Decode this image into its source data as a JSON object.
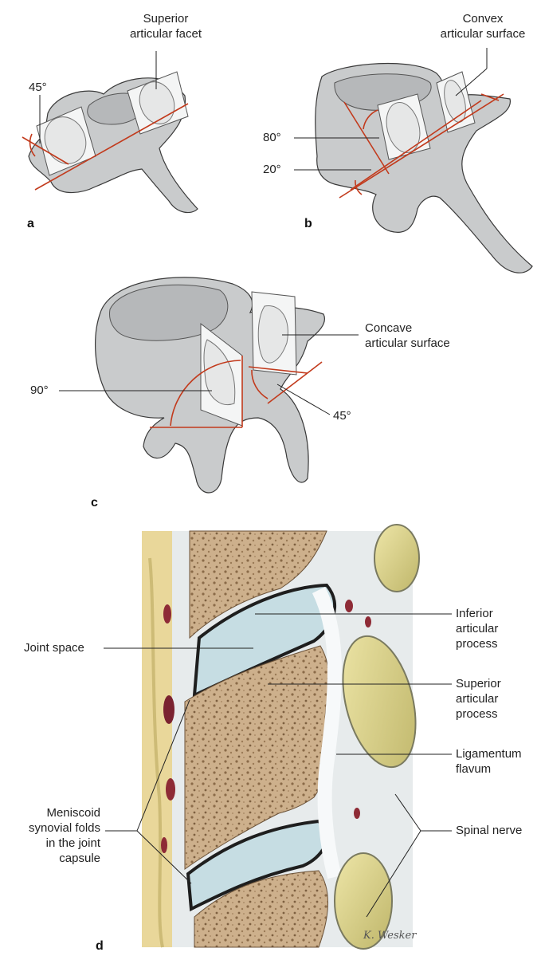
{
  "panel_a": {
    "letter": "a",
    "superior_facet": [
      "Superior",
      "articular facet"
    ],
    "angle": "45°"
  },
  "panel_b": {
    "letter": "b",
    "convex_surface": [
      "Convex",
      "articular surface"
    ],
    "angle_80": "80°",
    "angle_20": "20°"
  },
  "panel_c": {
    "letter": "c",
    "concave_surface": [
      "Concave",
      "articular surface"
    ],
    "angle_90": "90°",
    "angle_45": "45°"
  },
  "panel_d": {
    "letter": "d",
    "joint_space": "Joint space",
    "inferior_process": [
      "Inferior",
      "articular",
      "process"
    ],
    "superior_process": [
      "Superior",
      "articular",
      "process"
    ],
    "ligamentum": [
      "Ligamentum",
      "flavum"
    ],
    "meniscoid": [
      "Meniscoid",
      "synovial folds",
      "in the joint",
      "capsule"
    ],
    "spinal_nerve": "Spinal nerve",
    "signature": "K. Wesker"
  },
  "colors": {
    "bone_gray": "#c9cbcc",
    "angle_red": "#c23a1c",
    "cancellous_bone": "#c9ad8a",
    "cartilage_blue": "#c6dde3",
    "nerve_yellow": "#dcd48f"
  }
}
